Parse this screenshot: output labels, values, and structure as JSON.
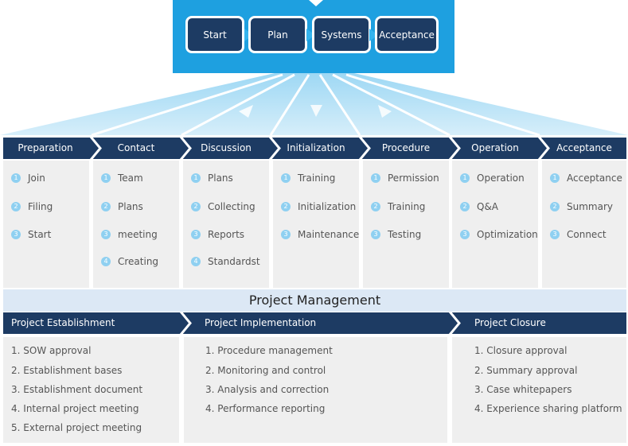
{
  "process": {
    "steps": [
      "Start",
      "Plan",
      "Systems",
      "Acceptance"
    ]
  },
  "phases": [
    {
      "title": "Preparation",
      "items": [
        "Join",
        "Filing",
        "Start"
      ]
    },
    {
      "title": "Contact",
      "items": [
        "Team",
        "Plans",
        "meeting",
        "Creating"
      ]
    },
    {
      "title": "Discussion",
      "items": [
        "Plans",
        "Collecting",
        "Reports",
        "Standardst"
      ]
    },
    {
      "title": "Initialization",
      "items": [
        "Training",
        "Initialization",
        "Maintenance"
      ]
    },
    {
      "title": "Procedure",
      "items": [
        "Permission",
        "Training",
        "Testing"
      ]
    },
    {
      "title": "Operation",
      "items": [
        "Operation",
        "Q&A",
        "Optimization"
      ]
    },
    {
      "title": "Acceptance",
      "items": [
        "Acceptance",
        "Summary",
        "Connect"
      ]
    }
  ],
  "numbers": [
    "1",
    "2",
    "3",
    "4",
    "5"
  ],
  "project_management": {
    "title": "Project Management",
    "stages": [
      {
        "title": "Project Establishment",
        "items": [
          "SOW approval",
          "Establishment bases",
          "Establishment document",
          "Internal project meeting",
          "External project meeting"
        ]
      },
      {
        "title": "Project Implementation",
        "items": [
          "Procedure management",
          "Monitoring and control",
          "Analysis and correction",
          "Performance reporting"
        ]
      },
      {
        "title": "Project Closure",
        "items": [
          "Closure approval",
          "Summary approval",
          "Case whitepapers",
          "Experience sharing platform"
        ]
      }
    ]
  },
  "colors": {
    "dark_navy": "#1d3b63",
    "accent_blue": "#1ea0e0",
    "light_blue": "#8fd0f1",
    "panel_gray": "#efefef",
    "title_band": "#dce8f5"
  }
}
